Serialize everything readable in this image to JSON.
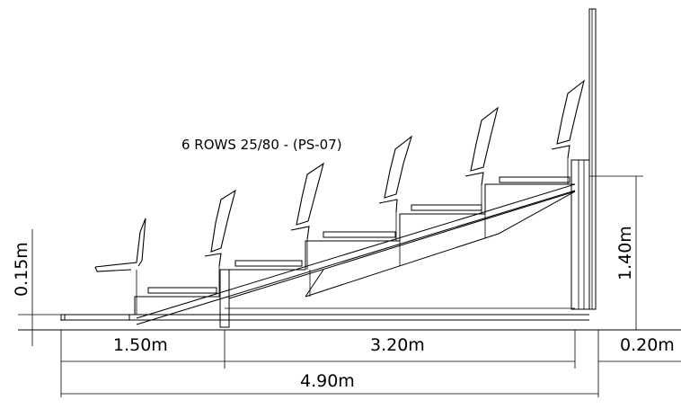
{
  "title": "6 ROWS 25/80 - (PS-07)",
  "dimensions": {
    "step_height": "0.15m",
    "back_height": "1.40m",
    "front_length": "1.50m",
    "rear_length": "3.20m",
    "end_length": "0.20m",
    "total_length": "4.90m"
  },
  "rows": 6
}
